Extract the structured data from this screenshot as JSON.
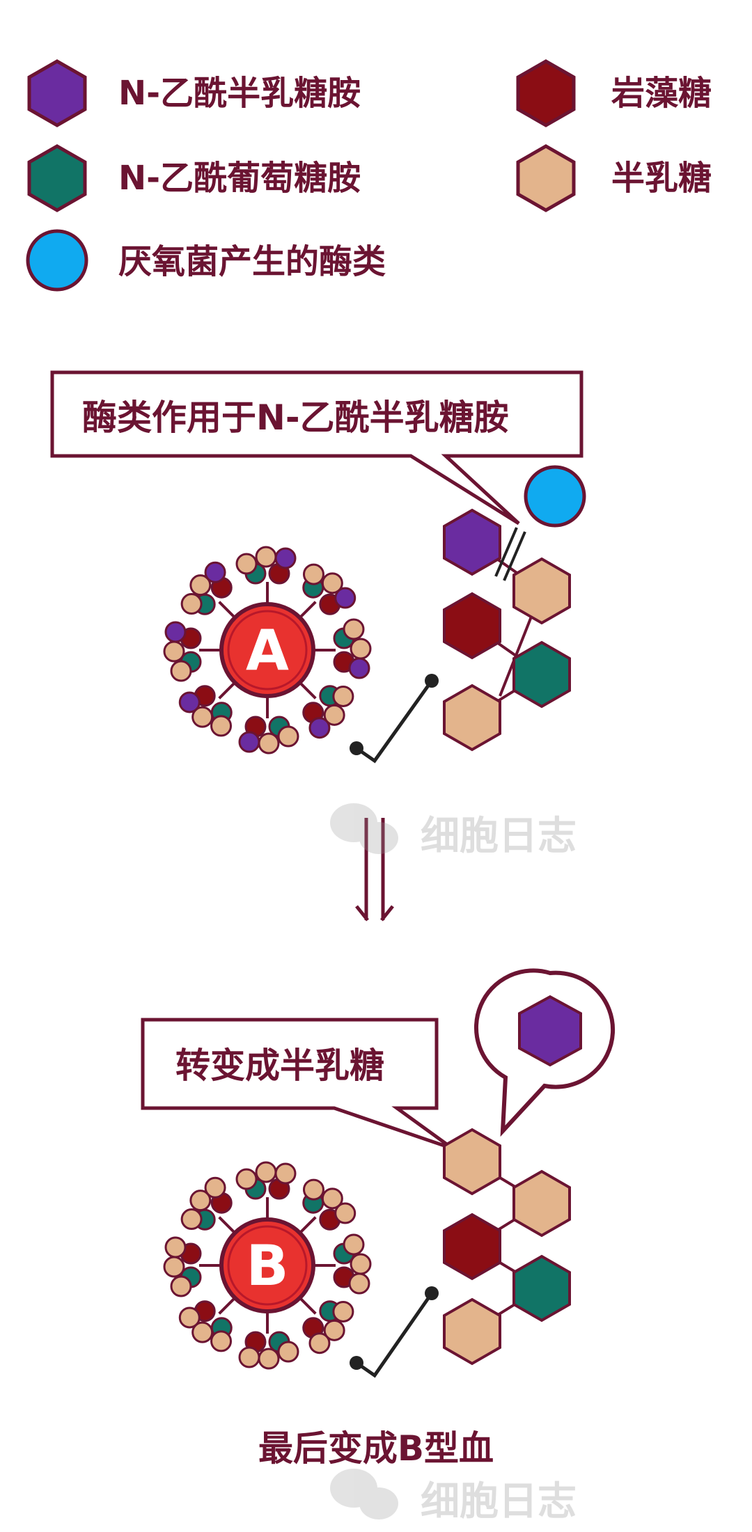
{
  "legend": {
    "items": [
      {
        "label": "N-乙酰半乳糖胺",
        "shape": "hexagon",
        "color": "#6a2ca0",
        "icon": "hexagon-icon"
      },
      {
        "label": "岩藻糖",
        "shape": "hexagon",
        "color": "#8b0d14",
        "icon": "hexagon-icon"
      },
      {
        "label": "N-乙酰葡萄糖胺",
        "shape": "hexagon",
        "color": "#117466",
        "icon": "hexagon-icon"
      },
      {
        "label": "半乳糖",
        "shape": "hexagon",
        "color": "#e3b48c",
        "icon": "hexagon-icon"
      },
      {
        "label": "厌氧菌产生的酶类",
        "shape": "circle",
        "color": "#10aaf0",
        "icon": "circle-icon"
      }
    ]
  },
  "step1": {
    "callout": "酶类作用于N-乙酰半乳糖胺",
    "cell_letter": "A"
  },
  "step2": {
    "callout": "转变成半乳糖",
    "cell_letter": "B"
  },
  "caption": "最后变成B型血",
  "watermark": "细胞日志",
  "colors": {
    "outline": "#6b1432",
    "cell_red": "#e8322f",
    "galnac": "#6a2ca0",
    "fucose": "#8b0d14",
    "glcnac": "#117466",
    "galactose": "#e3b48c",
    "enzyme": "#10aaf0"
  }
}
